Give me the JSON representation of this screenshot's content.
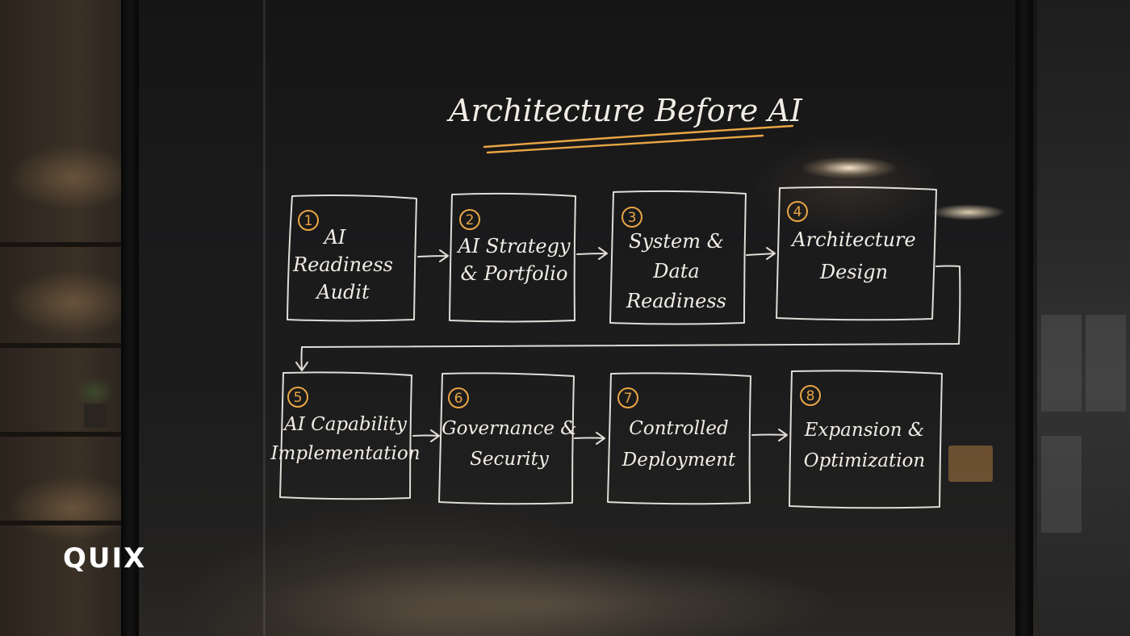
{
  "title": "Architecture Before AI",
  "brand": "QUIX",
  "colors": {
    "chalk": "#f1ede6",
    "accent": "#e9a544"
  },
  "steps": [
    {
      "number": "1",
      "lines": [
        "AI",
        "Readiness",
        "Audit"
      ]
    },
    {
      "number": "2",
      "lines": [
        "AI Strategy",
        "& Portfolio"
      ]
    },
    {
      "number": "3",
      "lines": [
        "System &",
        "Data",
        "Readiness"
      ]
    },
    {
      "number": "4",
      "lines": [
        "Architecture",
        "Design"
      ]
    },
    {
      "number": "5",
      "lines": [
        "AI Capability",
        "Implementation"
      ]
    },
    {
      "number": "6",
      "lines": [
        "Governance &",
        "Security"
      ]
    },
    {
      "number": "7",
      "lines": [
        "Controlled",
        "Deployment"
      ]
    },
    {
      "number": "8",
      "lines": [
        "Expansion &",
        "Optimization"
      ]
    }
  ]
}
